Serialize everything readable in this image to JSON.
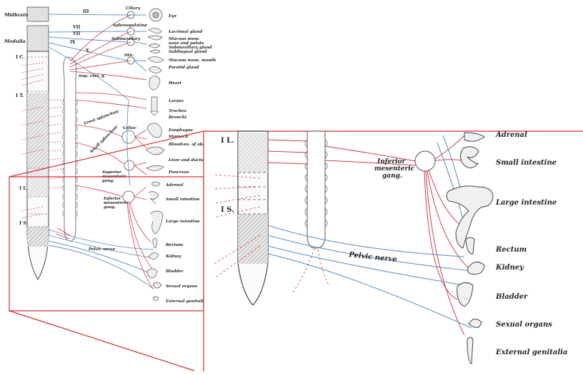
{
  "left_diagram": {
    "brain_labels": {
      "midbrain": "Midbrain",
      "medulla": "Medulla"
    },
    "spinal_regions": {
      "cervical": "I C.",
      "thoracic": "I T.",
      "lumbar": "I L.",
      "sacral": "I S."
    },
    "cranial_nerves": [
      "III",
      "VII",
      "VII",
      "IX",
      "X"
    ],
    "ganglia": {
      "ciliary": "Ciliary",
      "sphenopalatine": "Sphenopalatine",
      "submaxillary": "Submaxillary",
      "otic": "Otic",
      "sup_cerv": "Sup. cerv. g.",
      "celiac": "Celiac",
      "superior_mesenteric": [
        "Superior",
        "mesenteric",
        "gang."
      ],
      "inferior_mesenteric": [
        "Inferior",
        "mesenteric",
        "gang."
      ]
    },
    "nerves": {
      "great_splanchnic": "Great splanchnic",
      "small_splanchnic": "Small splanchnic",
      "pelvic": "Pelvic nerve"
    },
    "organs": [
      "Eye",
      "Lacrimal gland",
      "Mucous mem.",
      "nose and palate",
      "Submaxillary gland",
      "Sublingual gland",
      "Mucous mem. mouth",
      "Parotid gland",
      "Heart",
      "Larynx",
      "Trachea",
      "Bronchi",
      "Esophagus",
      "Stomach",
      "Bloodves. of abd",
      "Liver and ducts",
      "Pancreas",
      "Adrenal",
      "Small intestine",
      "Large intestine",
      "Rectum",
      "Kidney",
      "Bladder",
      "Sexual organs",
      "External genitali"
    ]
  },
  "zoom": {
    "spinal_regions": {
      "lumbar": "I L.",
      "sacral": "I S."
    },
    "ganglion": [
      "Inferior",
      "mesenteric",
      "gang."
    ],
    "pelvic_nerve": "Pelvic nerve",
    "organs": [
      "Adrenal",
      "Small intestine",
      "Large intestine",
      "Rectum",
      "Kidney",
      "Bladder",
      "Sexual organs",
      "External genitalia"
    ]
  },
  "colors": {
    "sympathetic": "#d63a4a",
    "parasympathetic": "#5b93c9",
    "callout": "#d62a2a",
    "stipple": "#9a9a9a"
  }
}
